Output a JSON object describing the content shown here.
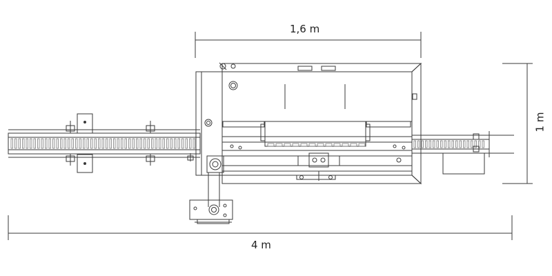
{
  "dimensions": {
    "width_top": "1,6 m",
    "total_length": "4 m",
    "height_right": "1 m"
  },
  "colors": {
    "line": "#3a3a3a",
    "fill": "#ffffff",
    "hatch": "#777777"
  }
}
